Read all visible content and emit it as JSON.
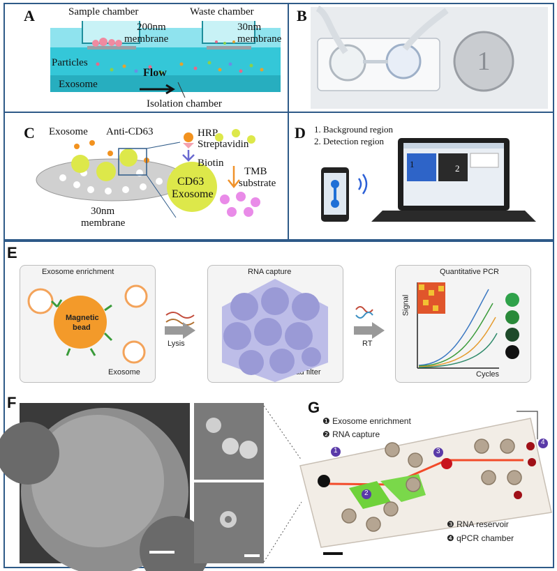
{
  "panels": {
    "a": {
      "label": "A",
      "sample_chamber": "Sample chamber",
      "waste_chamber": "Waste chamber",
      "membrane_200": "200nm",
      "membrane_30": "30nm",
      "membrane_word": "membrane",
      "membrane_word2": "membrane",
      "particles": "Particles",
      "exosome": "Exosome",
      "flow": "Flow",
      "isolation": "Isolation chamber"
    },
    "b": {
      "label": "B"
    },
    "c": {
      "label": "C",
      "exosome": "Exosome",
      "anti_cd63": "Anti-CD63",
      "hrp": "HRP",
      "streptavidin": "Streptavidin",
      "biotin": "Biotin",
      "cd63": "CD63",
      "cd63_exosome": "Exosome",
      "tmb": "TMB",
      "substrate": "substrate",
      "nm30": "30nm",
      "membrane": "membrane"
    },
    "d": {
      "label": "D",
      "line1": "1. Background region",
      "line2": "2. Detection region",
      "num1": "1",
      "num2": "2"
    },
    "e": {
      "label": "E",
      "box1_title": "Exosome enrichment",
      "bead": "Magnetic",
      "bead2": "bead",
      "box1_footer": "Exosome",
      "lysis": "Lysis",
      "box2_title": "RNA capture",
      "box2_footer": "Glass bead filter",
      "rt": "RT",
      "box3_title": "Quantitative PCR",
      "signal": "Signal",
      "cycles": "Cycles"
    },
    "f": {
      "label": "F"
    },
    "g": {
      "label": "G",
      "items": [
        "Exosome enrichment",
        "RNA capture",
        "RNA reservoir",
        "qPCR chamber"
      ],
      "n1": "1",
      "n2": "2",
      "n3": "3",
      "n4": "4"
    }
  },
  "colors": {
    "border": "#2e5a88",
    "channel": "#2ec5d6",
    "bead": "#f2921f",
    "exo": "#dce84a",
    "curve_blue": "#3b78c2",
    "curve_green": "#3a9b3a",
    "curve_orange": "#e59b2e"
  }
}
